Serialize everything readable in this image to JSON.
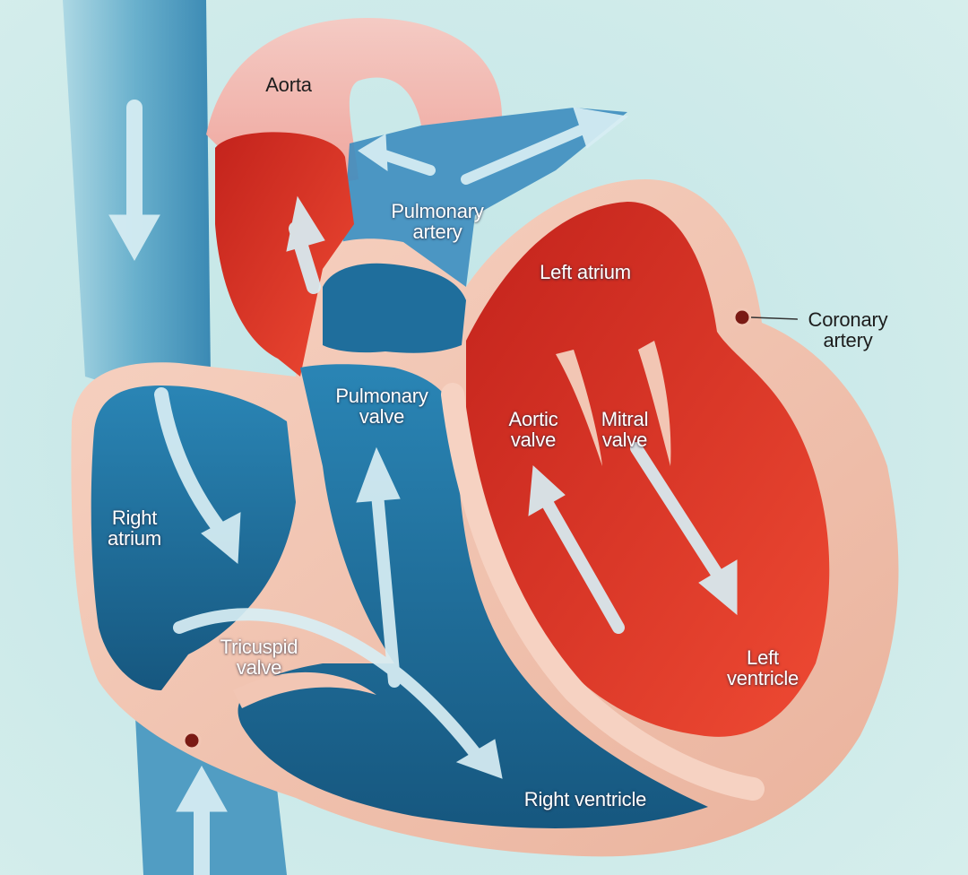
{
  "labels": {
    "aorta": "Aorta",
    "pulmonary_artery": "Pulmonary\nartery",
    "left_atrium": "Left atrium",
    "coronary_artery": "Coronary\nartery",
    "pulmonary_valve": "Pulmonary\nvalve",
    "aortic_valve": "Aortic\nvalve",
    "mitral_valve": "Mitral\nvalve",
    "right_atrium": "Right\natrium",
    "tricuspid_valve": "Tricuspid\nvalve",
    "left_ventricle": "Left\nventricle",
    "right_ventricle": "Right ventricle"
  },
  "colors": {
    "background": "#cfe9e8",
    "oxygen_poor_blood": "#1f6e9c",
    "oxygen_rich_blood": "#e23a2a",
    "heart_wall": "#f2c6b4",
    "flow_arrow": "#d8eef4"
  }
}
